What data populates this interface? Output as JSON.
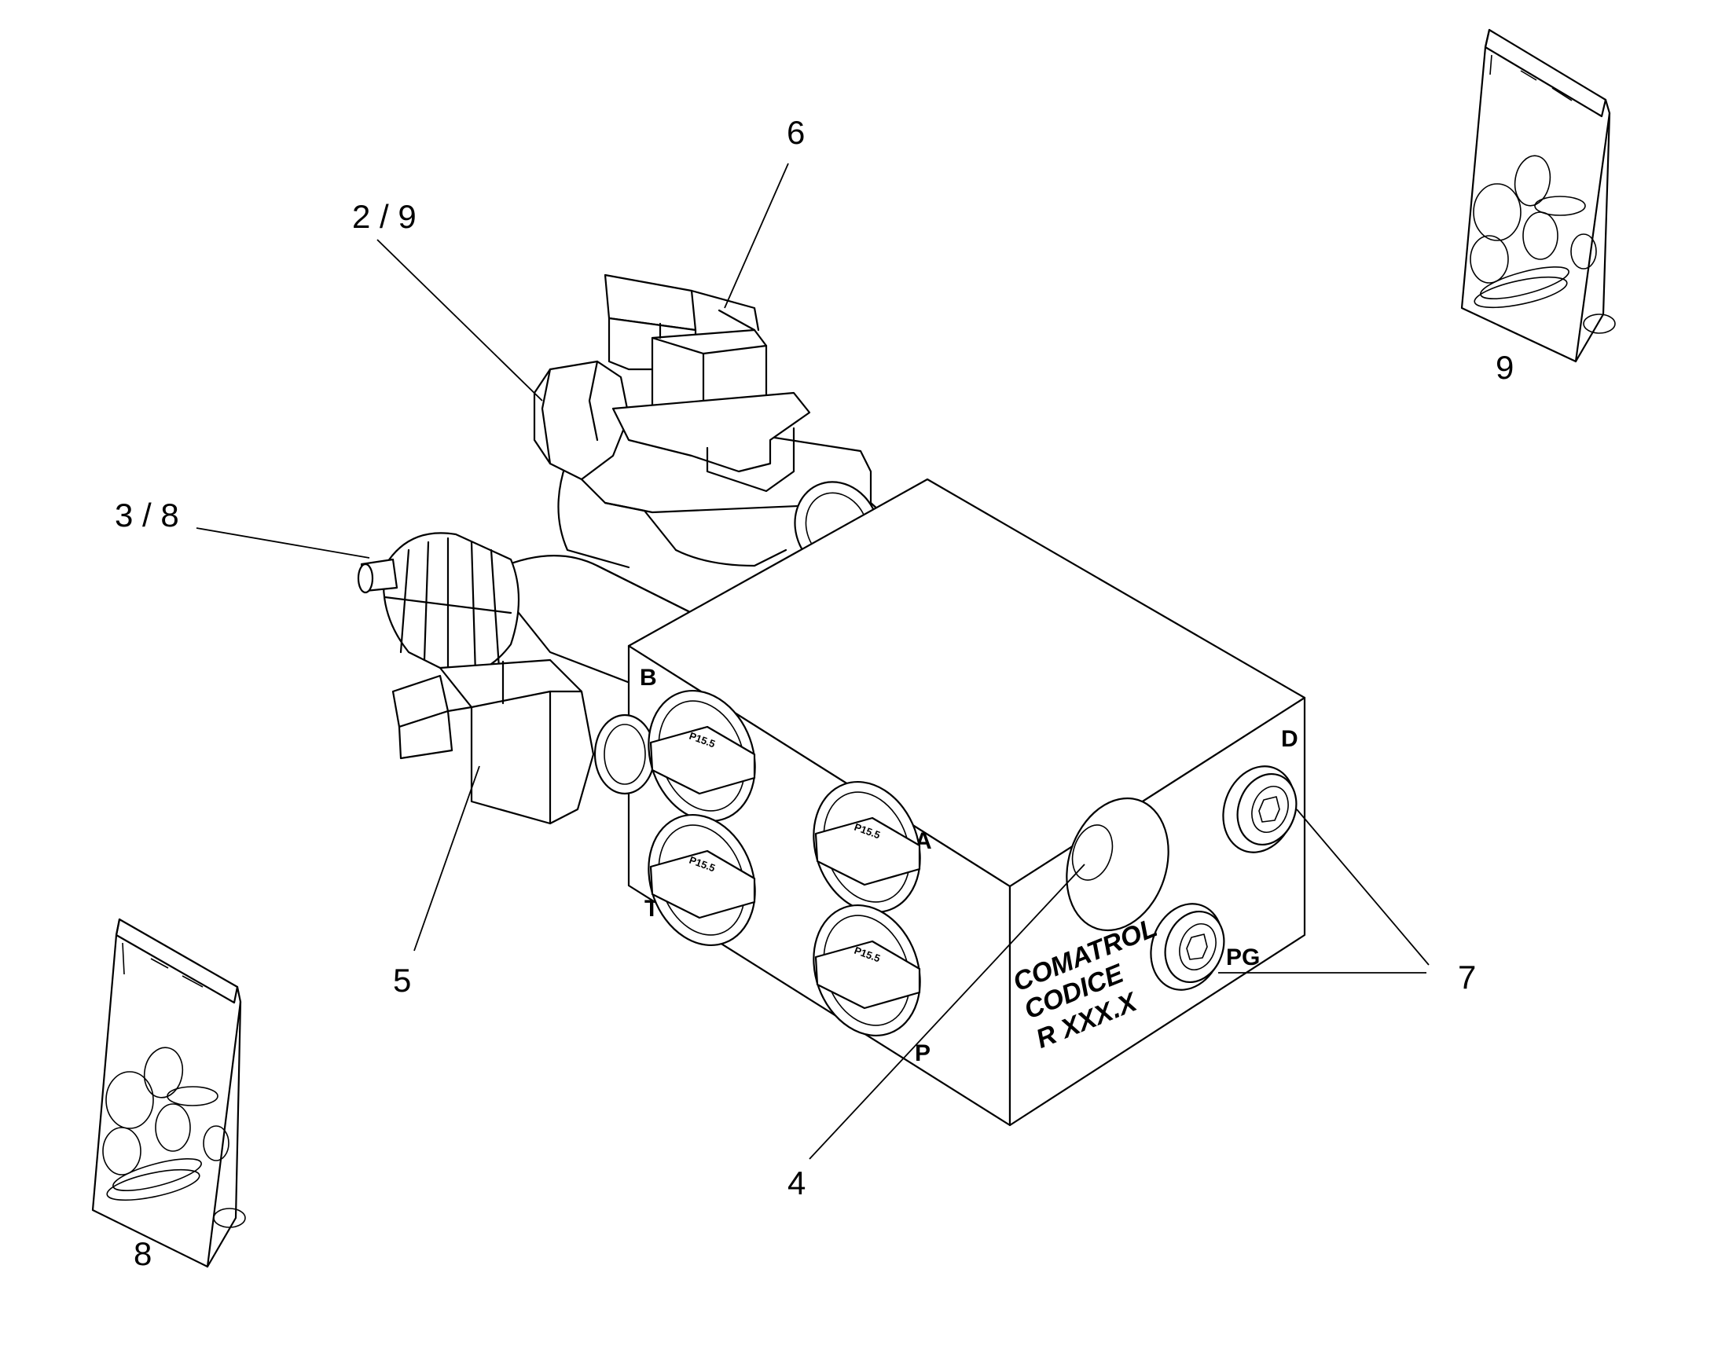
{
  "callouts": {
    "c6": "6",
    "c29": "2 / 9",
    "c38": "3 / 8",
    "c5": "5",
    "c4": "4",
    "c7": "7",
    "c8": "8",
    "c9": "9"
  },
  "block": {
    "port_b": "B",
    "port_t": "T",
    "port_a": "A",
    "port_p": "P",
    "port_d": "D",
    "port_pg": "PG",
    "plug_label": "P15.5",
    "marking_line1": "COMATROL",
    "marking_line2": "CODICE",
    "marking_line3": "R  XXX.X"
  }
}
